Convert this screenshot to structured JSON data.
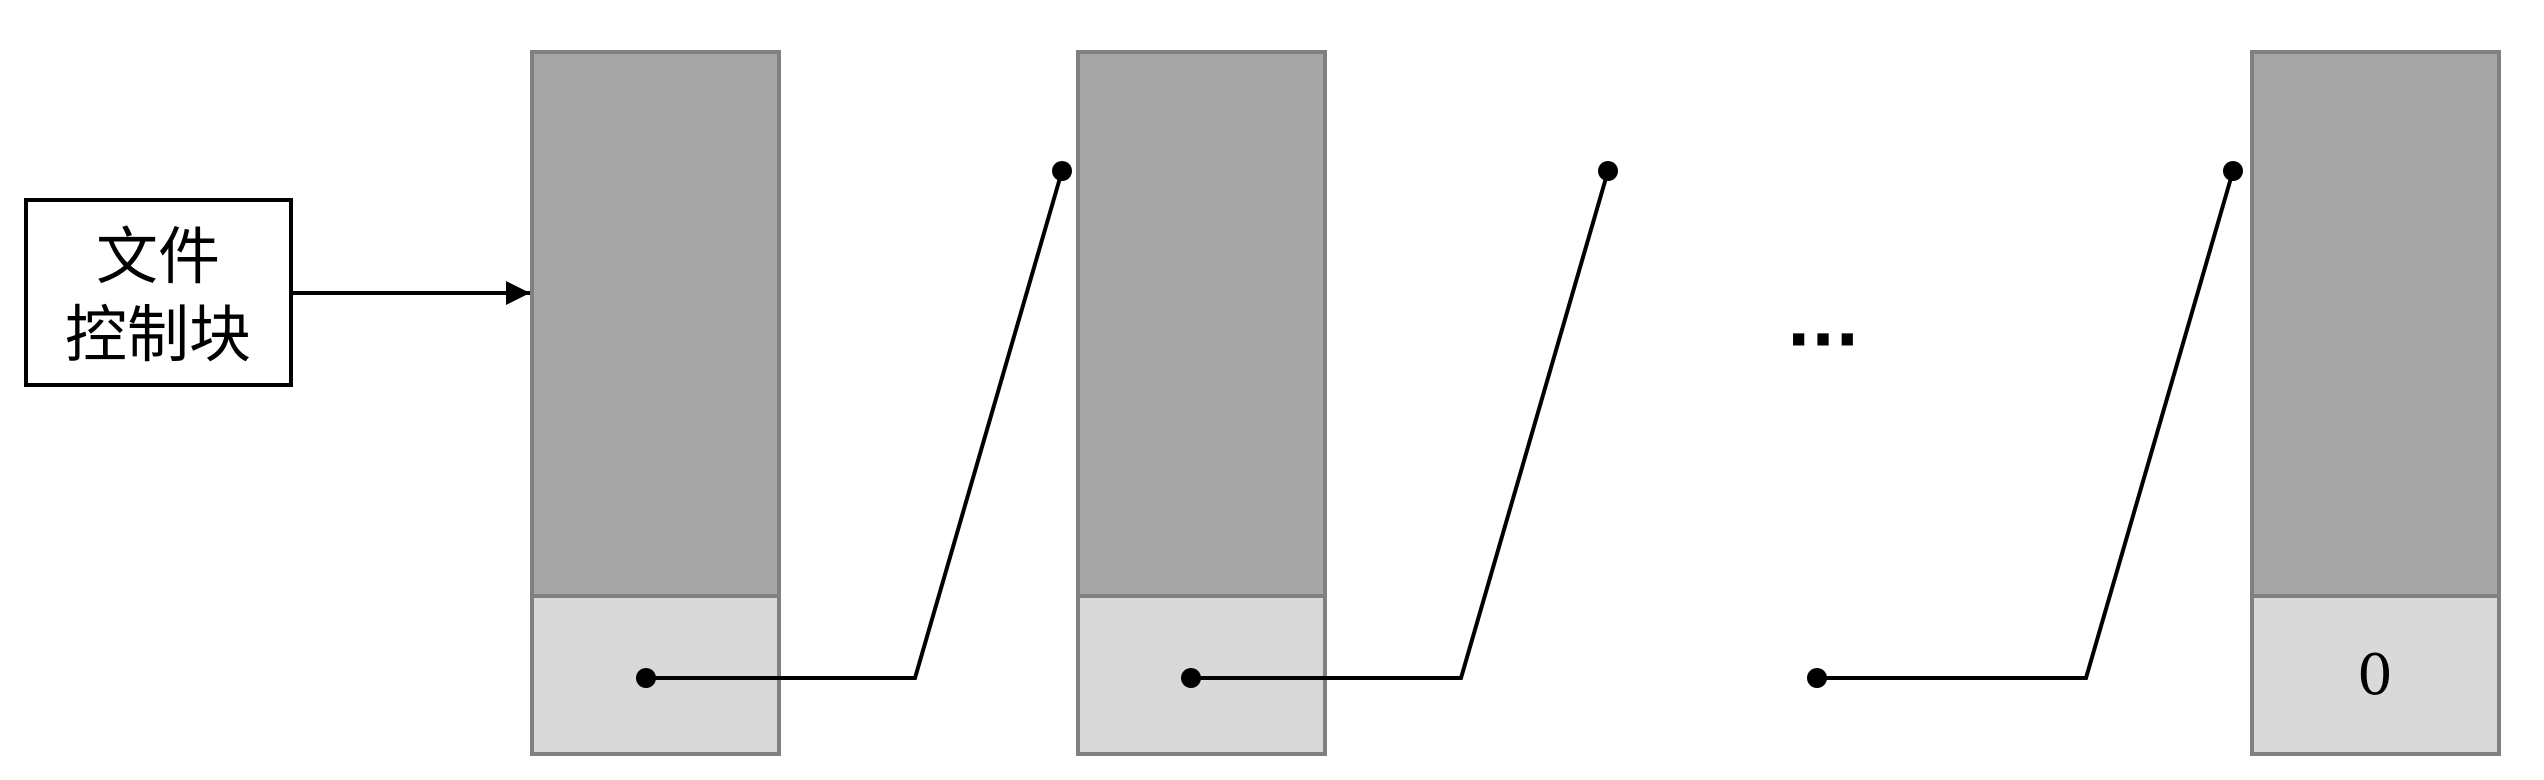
{
  "file_control_block": {
    "line1": "文件",
    "line2": "控制块"
  },
  "ellipsis": "···",
  "last_block_pointer_value": "0",
  "colors": {
    "data_area": "#a6a6a6",
    "pointer_area": "#d9d9d9",
    "block_border": "#808080",
    "line": "#000000",
    "background": "#ffffff"
  }
}
